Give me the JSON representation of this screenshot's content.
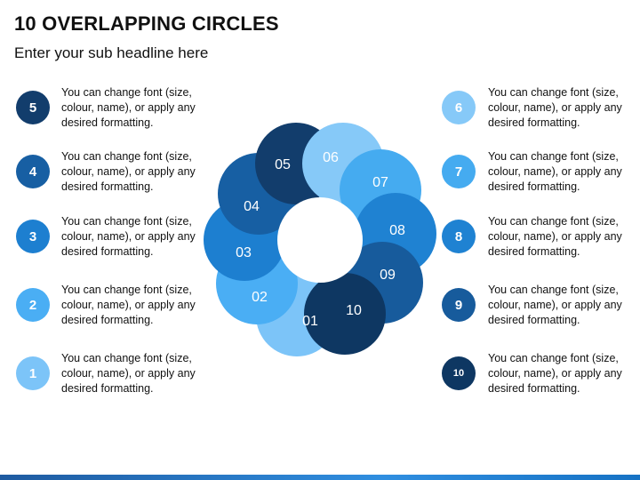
{
  "title": "10 OVERLAPPING CIRCLES",
  "subtitle": "Enter your sub headline here",
  "colors": {
    "c01": "#7cc4f8",
    "c02": "#4aaef4",
    "c03": "#1d7fd0",
    "c04": "#175fa3",
    "c05": "#123d6c",
    "c06": "#86c9f8",
    "c07": "#45abf0",
    "c08": "#1f82d2",
    "c09": "#175b9c",
    "c10": "#0e3762"
  },
  "circles": [
    "01",
    "02",
    "03",
    "04",
    "05",
    "06",
    "07",
    "08",
    "09",
    "10"
  ],
  "left_items": [
    {
      "number": "5",
      "text": "You can change font (size, colour, name), or apply any desired formatting."
    },
    {
      "number": "4",
      "text": "You can change font (size, colour, name), or apply any desired formatting."
    },
    {
      "number": "3",
      "text": "You can change font (size, colour, name), or apply any desired formatting."
    },
    {
      "number": "2",
      "text": "You can change font (size, colour, name), or apply any desired formatting."
    },
    {
      "number": "1",
      "text": "You can change font (size, colour, name), or apply any desired formatting."
    }
  ],
  "right_items": [
    {
      "number": "6",
      "text": "You can change font (size, colour, name), or apply any desired formatting."
    },
    {
      "number": "7",
      "text": "You can change font (size, colour, name), or apply any desired formatting."
    },
    {
      "number": "8",
      "text": "You can change font (size, colour, name), or apply any desired formatting."
    },
    {
      "number": "9",
      "text": "You can change font (size, colour, name), or apply any desired formatting."
    },
    {
      "number": "10",
      "text": "You can change font (size, colour, name), or apply any desired formatting."
    }
  ]
}
